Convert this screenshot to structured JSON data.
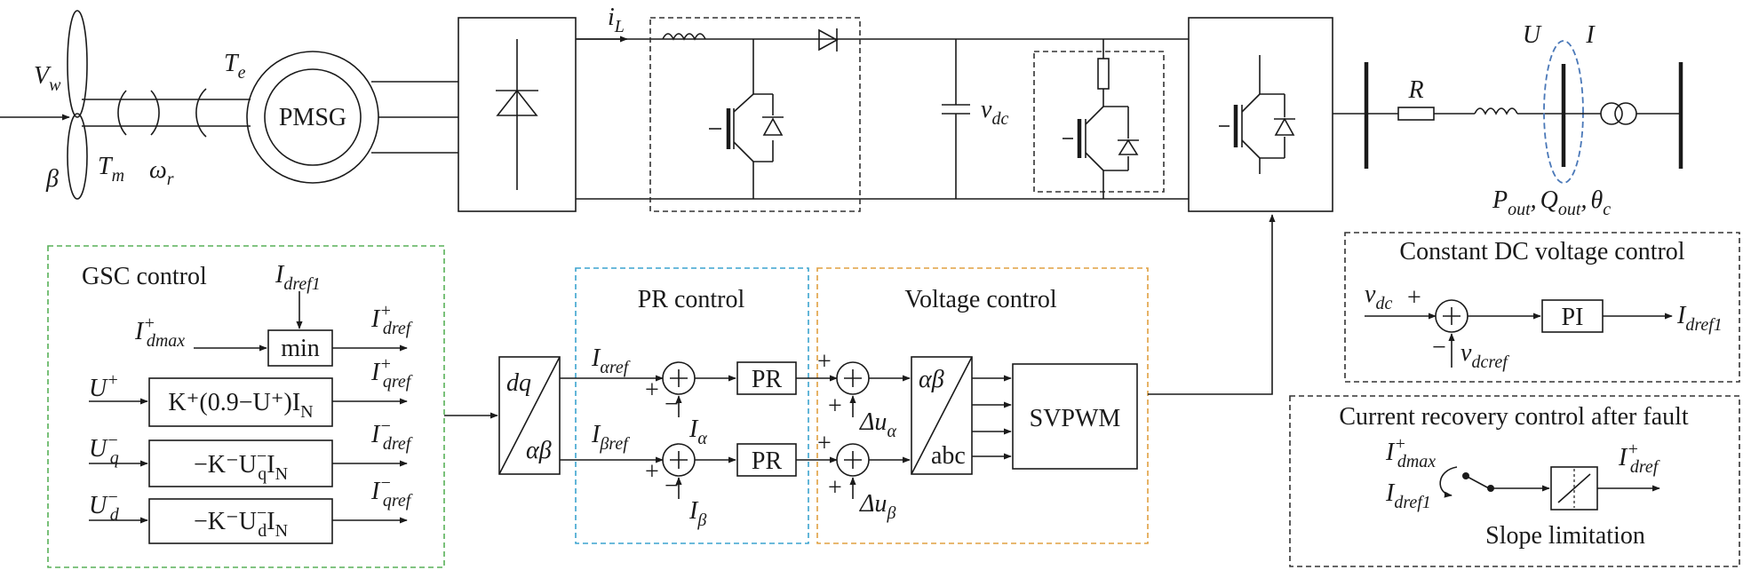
{
  "colors": {
    "line": "#1a1a1a",
    "gsc_border": "#58b058",
    "pr_border": "#3ba3cf",
    "voltage_border": "#e0a040",
    "dash_black": "#333333",
    "ellipse": "#4a78b8"
  },
  "top": {
    "wind_speed": "V",
    "wind_speed_sub": "w",
    "pitch": "β",
    "tm": "T",
    "tm_sub": "m",
    "omega": "ω",
    "omega_sub": "r",
    "te": "T",
    "te_sub": "e",
    "generator": "PMSG",
    "current_il": "i",
    "current_il_sub": "L",
    "vdc": "v",
    "vdc_sub": "dc",
    "resistor": "R",
    "voltage_u": "U",
    "current_i": "I",
    "p_out": "P",
    "p_out_sub": "out",
    "q_out": "Q",
    "q_out_sub": "out",
    "theta": "θ",
    "theta_sub": "c",
    "comma": ","
  },
  "gsc": {
    "title": "GSC control",
    "idref1": "I",
    "idref1_sub": "dref1",
    "idmax": "I",
    "idmax_sup": "+",
    "idmax_sub": "dmax",
    "min": "min",
    "out1": "I",
    "out1_sup": "+",
    "out1_sub": "dref",
    "u_plus": "U",
    "u_plus_sup": "+",
    "block2": "K⁺(0.9−U⁺)I",
    "block2_sub": "N",
    "out2": "I",
    "out2_sup": "+",
    "out2_sub": "qref",
    "uq": "U",
    "uq_sup": "−",
    "uq_sub": "q",
    "block3": "−K⁻U",
    "block3_sup": "−",
    "block3_sub": "q",
    "block3_tail": "I",
    "block3_tail_sub": "N",
    "out3": "I",
    "out3_sup": "−",
    "out3_sub": "dref",
    "ud": "U",
    "ud_sup": "−",
    "ud_sub": "d",
    "block4": "−K⁻U",
    "block4_sup": "−",
    "block4_sub": "d",
    "block4_tail": "I",
    "block4_tail_sub": "N",
    "out4": "I",
    "out4_sup": "−",
    "out4_sub": "qref"
  },
  "transform": {
    "dq": "dq",
    "ab": "αβ"
  },
  "pr": {
    "title": "PR control",
    "ialpha_ref": "I",
    "ialpha_ref_sub": "αref",
    "ibeta_ref": "I",
    "ibeta_ref_sub": "βref",
    "ialpha": "I",
    "ialpha_sub": "α",
    "ibeta": "I",
    "ibeta_sub": "β",
    "pr_block": "PR",
    "plus": "+",
    "minus": "−"
  },
  "voltage": {
    "title": "Voltage control",
    "du_alpha": "Δu",
    "du_alpha_sub": "α",
    "du_beta": "Δu",
    "du_beta_sub": "β",
    "ab": "αβ",
    "abc": "abc",
    "svpwm": "SVPWM",
    "plus": "+"
  },
  "dc": {
    "title": "Constant DC voltage control",
    "vdc": "v",
    "vdc_sub": "dc",
    "plus": "+",
    "minus": "−",
    "vdcref": "v",
    "vdcref_sub": "dcref",
    "pi": "PI",
    "out": "I",
    "out_sub": "dref1"
  },
  "recovery": {
    "title": "Current recovery control after fault",
    "idmax": "I",
    "idmax_sup": "+",
    "idmax_sub": "dmax",
    "idref1": "I",
    "idref1_sub": "dref1",
    "out": "I",
    "out_sup": "+",
    "out_sub": "dref",
    "slope": "Slope limitation"
  }
}
